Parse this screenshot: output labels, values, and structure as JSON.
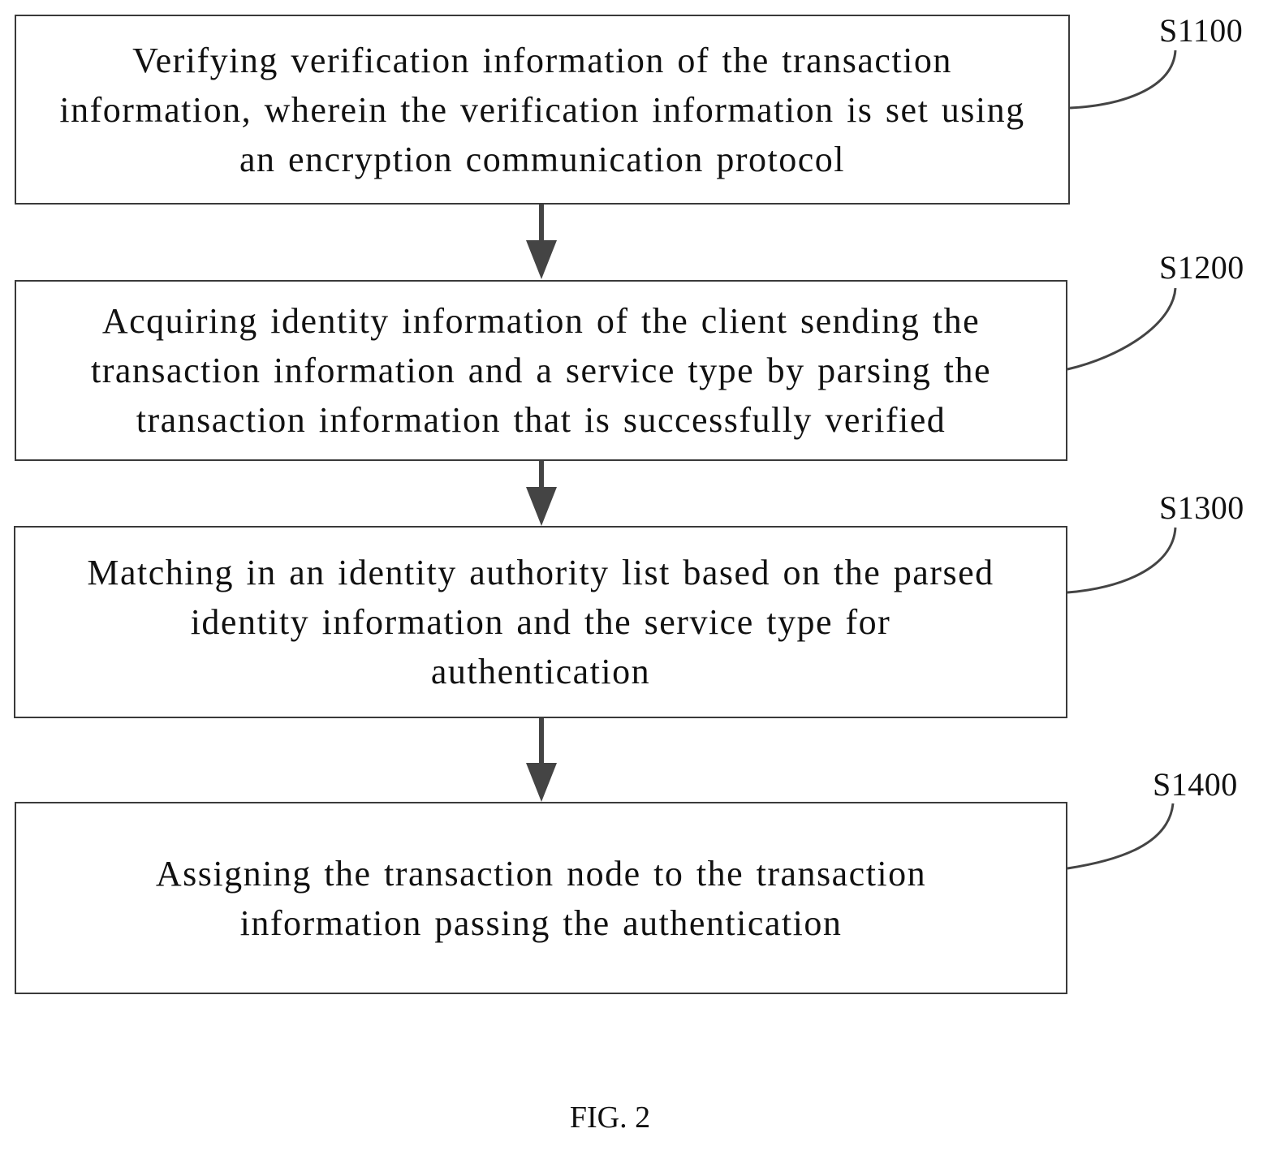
{
  "steps": [
    {
      "id": "S1100",
      "label": "S1100",
      "text": "Verifying verification information of the transaction information, wherein the verification information is set using an encryption communication protocol"
    },
    {
      "id": "S1200",
      "label": "S1200",
      "text": "Acquiring identity information of the client sending the transaction information and a service type by parsing the transaction information that is successfully verified"
    },
    {
      "id": "S1300",
      "label": "S1300",
      "text": "Matching in an identity authority list based on the parsed identity information and the service type for authentication"
    },
    {
      "id": "S1400",
      "label": "S1400",
      "text": "Assigning the transaction node to the transaction information passing the authentication"
    }
  ],
  "caption": "FIG. 2",
  "colors": {
    "border": "#3a3a3a",
    "arrow": "#444444",
    "text": "#111111"
  }
}
